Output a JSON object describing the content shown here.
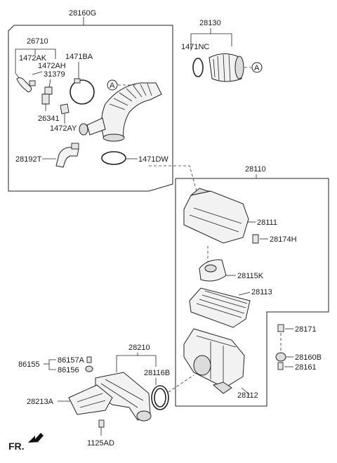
{
  "labels": {
    "p28160G": "28160G",
    "p26710": "26710",
    "p1472AK": "1472AK",
    "p1472AH": "1472AH",
    "p31379": "31379",
    "p1471BA": "1471BA",
    "p26341": "26341",
    "p1472AY": "1472AY",
    "p28192T": "28192T",
    "p1471DW": "1471DW",
    "p28130": "28130",
    "p1471NC": "1471NC",
    "p28110": "28110",
    "p28111": "28111",
    "p28174H": "28174H",
    "p28115K": "28115K",
    "p28113": "28113",
    "p28171": "28171",
    "p28160B": "28160B",
    "p28161": "28161",
    "p28112": "28112",
    "p28210": "28210",
    "p86155": "86155",
    "p86157A": "86157A",
    "p86156": "86156",
    "p28116B": "28116B",
    "p28213A": "28213A",
    "p1125AD": "1125AD",
    "fr": "FR.",
    "refA1": "A",
    "refA2": "A"
  }
}
